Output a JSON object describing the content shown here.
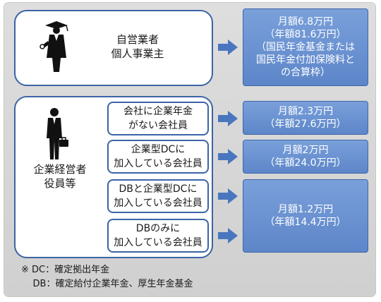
{
  "colors": {
    "box_border": "#3b64a6",
    "result_fill": "#6a93d2",
    "arrow": "#4a76bf",
    "background": "#d6d6d6"
  },
  "self_employed": {
    "label": "自営業者\n個人事業主",
    "icon": "graduate-person-icon"
  },
  "employee": {
    "label": "企業経営者\n役員等",
    "icon": "businessman-person-icon"
  },
  "categories": [
    {
      "label": "会社に企業年金\nがない会社員"
    },
    {
      "label": "企業型DCに\n加入している会社員"
    },
    {
      "label": "DBと企業型DCに\n加入している会社員"
    },
    {
      "label": "DBのみに\n加入している会社員"
    }
  ],
  "results": [
    {
      "monthly": "月額6.8万円",
      "detail": "（年額81.6万円）\n（国民年金基金または\n国民年金付加保険料と\nの合算枠）"
    },
    {
      "monthly": "月額2.3万円",
      "detail": "（年額27.6万円）"
    },
    {
      "monthly": "月額2万円",
      "detail": "（年額24.0万円）"
    },
    {
      "monthly": "月額1.2万円",
      "detail": "（年額14.4万円）"
    }
  ],
  "notes": [
    "※ DC：確定拠出年金",
    "    DB：確定給付企業年金、厚生年金基金"
  ]
}
